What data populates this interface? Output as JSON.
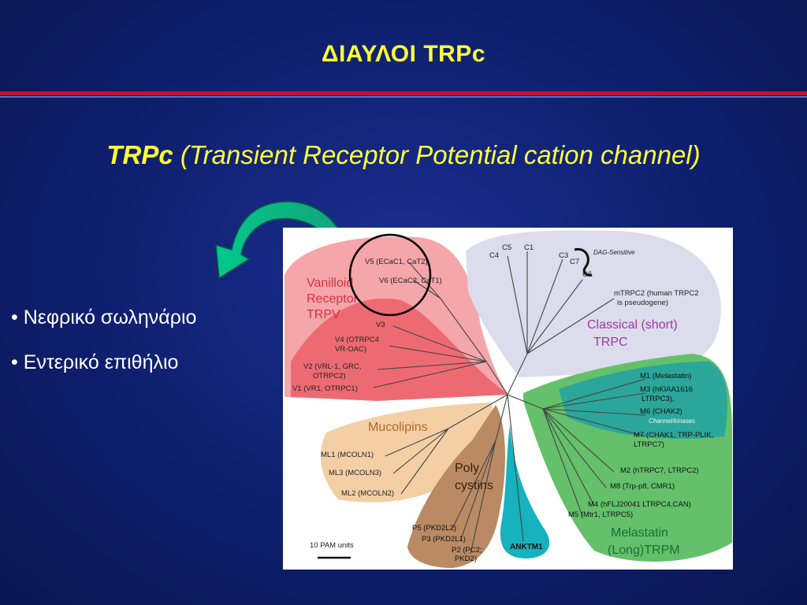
{
  "slide": {
    "title": "ΔΙΑΥΛΟΙ TRPc",
    "subtitle_strong": "TRPc",
    "subtitle_rest": " (Transient Receptor Potential cation channel)",
    "bullets": [
      "• Νεφρικό σωληνάριο",
      "• Εντερικό επιθήλιο"
    ]
  },
  "figure": {
    "groups": {
      "trpv": "Vanilloid Receptor TRPV",
      "classical": [
        "Classical (short)",
        "TRPC"
      ],
      "mucolipins": "Mucolipins",
      "polycystins": [
        "Poly",
        "cystins"
      ],
      "ankt": "ANKTM1",
      "melastatin": [
        "Melastatin",
        "(Long)TRPM"
      ]
    },
    "trpv_labels": [
      "V5 (ECaC1, CaT2)",
      "V6 (ECaC2, CaT1)",
      "V3",
      "V4 (OTRPC4",
      "VR-OAC)",
      "V2 (VRL-1, GRC,",
      "OTRPC2)",
      "V1 (VR1, OTRPC1)"
    ],
    "trpc_labels": [
      "C5",
      "C1",
      "C4",
      "C3",
      "C7",
      "C6",
      "DAG-Sensitive",
      "mTRPC2 (human TRPC2",
      "is pseudogene)"
    ],
    "trpm_labels": [
      "M1 (Melastatin)",
      "M3 (hKIAA1616",
      "LTRPC3),",
      "M6 (CHAK2)",
      "Channel/kinases",
      "M7 (CHAK1, TRP-PLIK,",
      "LTRPC7)",
      "M2 (hTRPC7, LTRPC2)",
      "M8 (Trp-p8, CMR1)",
      "M4 (hFLJ20041 LTRPC4,CAN)",
      "M5 (Mtr1, LTRPC5)"
    ],
    "ml_labels": [
      "ML1 (MCOLN1)",
      "ML3 (MCOLN3)",
      "ML2 (MCOLN2)"
    ],
    "p_labels": [
      "P5 (PKD2L2)",
      "P3 (PKD2L1)",
      "P2 (PC2;",
      "PKD2)"
    ],
    "scale_label": "10 PAM units"
  }
}
